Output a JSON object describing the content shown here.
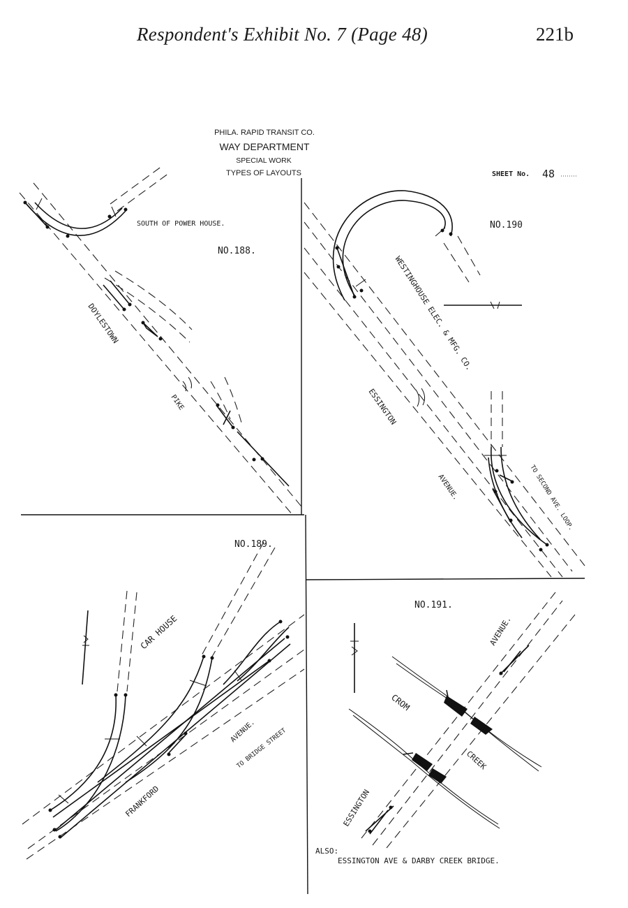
{
  "header": {
    "title": "Respondent's Exhibit No. 7 (Page 48)",
    "page_number": "221b"
  },
  "title_block": {
    "company": "PHILA. RAPID TRANSIT CO.",
    "department": "WAY DEPARTMENT",
    "subject": "SPECIAL WORK",
    "heading": "TYPES OF LAYOUTS",
    "sheet_label": "SHEET No.",
    "sheet_number": "48"
  },
  "layouts": {
    "no188": {
      "number": "NO.188.",
      "caption": "SOUTH OF POWER HOUSE.",
      "street_1": "DOYLESTOWN",
      "street_2": "PIKE"
    },
    "no190": {
      "number": "NO.190",
      "caption": "WESTINGHOUSE ELEC. & MFG. CO.",
      "street_1": "ESSINGTON",
      "street_2": "AVENUE.",
      "note": "TO SECOND AVE. LOOP."
    },
    "no189": {
      "number": "NO.189.",
      "caption": "CAR HOUSE",
      "street_1": "FRANKFORD",
      "street_2": "AVENUE.",
      "note": "TO BRIDGE STREET"
    },
    "no191": {
      "number": "NO.191.",
      "street_1": "AVENUE.",
      "street_2": "ESSINGTON",
      "creek_1": "CROM",
      "creek_2": "CREEK",
      "also_label": "ALSO:",
      "also_text": "ESSINGTON AVE & DARBY CREEK BRIDGE."
    }
  },
  "colors": {
    "ink": "#111111",
    "paper": "#ffffff"
  }
}
